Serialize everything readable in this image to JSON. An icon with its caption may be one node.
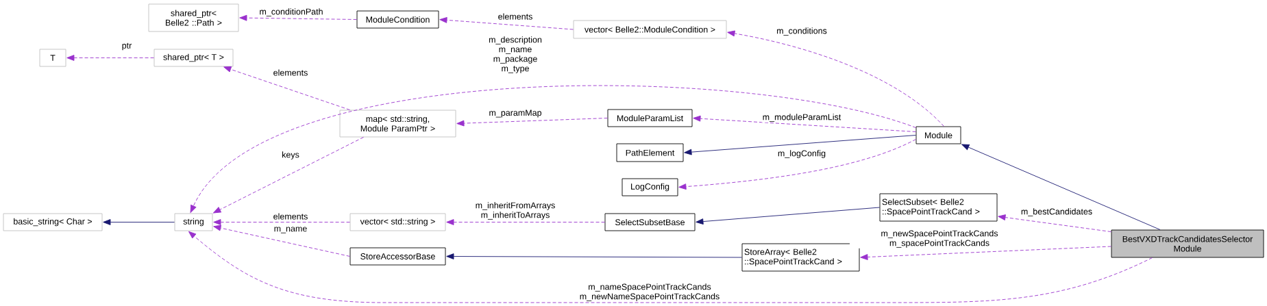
{
  "diagram": {
    "nodes": [
      {
        "text": [
          "T"
        ]
      },
      {
        "text": [
          "shared_ptr< T >"
        ]
      },
      {
        "text": [
          "shared_ptr< Belle2 ::Path >"
        ]
      },
      {
        "text": [
          "ModuleCondition"
        ]
      },
      {
        "text": [
          "vector< Belle2::ModuleCondition >"
        ]
      },
      {
        "text": [
          "map< std::string, Module ParamPtr >"
        ]
      },
      {
        "text": [
          "ModuleParamList"
        ]
      },
      {
        "text": [
          "PathElement"
        ]
      },
      {
        "text": [
          "LogConfig"
        ]
      },
      {
        "text": [
          "Module"
        ]
      },
      {
        "text": [
          "basic_string< Char >"
        ]
      },
      {
        "text": [
          "string"
        ]
      },
      {
        "text": [
          "vector< std::string >"
        ]
      },
      {
        "text": [
          "SelectSubsetBase"
        ]
      },
      {
        "text": [
          "StoreAccessorBase"
        ]
      },
      {
        "text": [
          "SelectSubset< Belle2 ::SpacePointTrackCand >"
        ]
      },
      {
        "text": [
          "StoreArray< Belle2 ::SpacePointTrackCand >"
        ]
      },
      {
        "text": [
          "BestVXDTrackCandidatesSelector Module"
        ]
      }
    ],
    "edges": [
      {
        "from": 1,
        "to": 0,
        "arrow": "to",
        "style": "dashed",
        "label": "ptr"
      },
      {
        "from": 3,
        "to": 2,
        "arrow": "to",
        "style": "dashed",
        "label": "m_conditionPath"
      },
      {
        "from": 4,
        "to": 3,
        "arrow": "to",
        "style": "dashed",
        "label": "elements"
      },
      {
        "from": 9,
        "to": 4,
        "arrow": "to",
        "style": "dashed",
        "label": "m_conditions"
      },
      {
        "from": 9,
        "to": 11,
        "arrow": "to",
        "style": "dashed",
        "label": "m_description m_name m_package m_type"
      },
      {
        "from": 5,
        "to": 1,
        "arrow": "to",
        "style": "dashed",
        "label": "elements"
      },
      {
        "from": 5,
        "to": 11,
        "arrow": "to",
        "style": "dashed",
        "label": "keys"
      },
      {
        "from": 6,
        "to": 5,
        "arrow": "to",
        "style": "dashed",
        "label": "m_paramMap"
      },
      {
        "from": 9,
        "to": 6,
        "arrow": "to",
        "style": "dashed",
        "label": "m_moduleParamList"
      },
      {
        "from": 9,
        "to": 7,
        "arrow": "to",
        "color": "#191970"
      },
      {
        "from": 9,
        "to": 8,
        "arrow": "to",
        "style": "dashed",
        "label": "m_logConfig"
      },
      {
        "from": 17,
        "to": 9,
        "arrow": "to",
        "color": "#191970"
      },
      {
        "from": 11,
        "to": 10,
        "arrow": "to",
        "color": "#191970"
      },
      {
        "from": 12,
        "to": 11,
        "arrow": "to",
        "style": "dashed",
        "label": "elements"
      },
      {
        "from": 14,
        "to": 11,
        "arrow": "to",
        "style": "dashed",
        "label": "m_name"
      },
      {
        "from": 17,
        "to": 11,
        "arrow": "to",
        "style": "dashed",
        "label": "m_nameSpacePointTrackCands m_newNameSpacePointTrackCands"
      },
      {
        "from": 13,
        "to": 12,
        "arrow": "to",
        "style": "dashed",
        "label": "m_inheritFromArrays m_inheritToArrays"
      },
      {
        "from": 15,
        "to": 13,
        "arrow": "to",
        "color": "#191970"
      },
      {
        "from": 16,
        "to": 14,
        "arrow": "to",
        "color": "#191970"
      },
      {
        "from": 17,
        "to": 15,
        "arrow": "to",
        "style": "dashed",
        "label": "m_bestCandidates"
      },
      {
        "from": 17,
        "to": 16,
        "arrow": "to",
        "style": "dashed",
        "label": "m_newSpacePointTrackCands m_spacePointTrackCands"
      }
    ]
  }
}
